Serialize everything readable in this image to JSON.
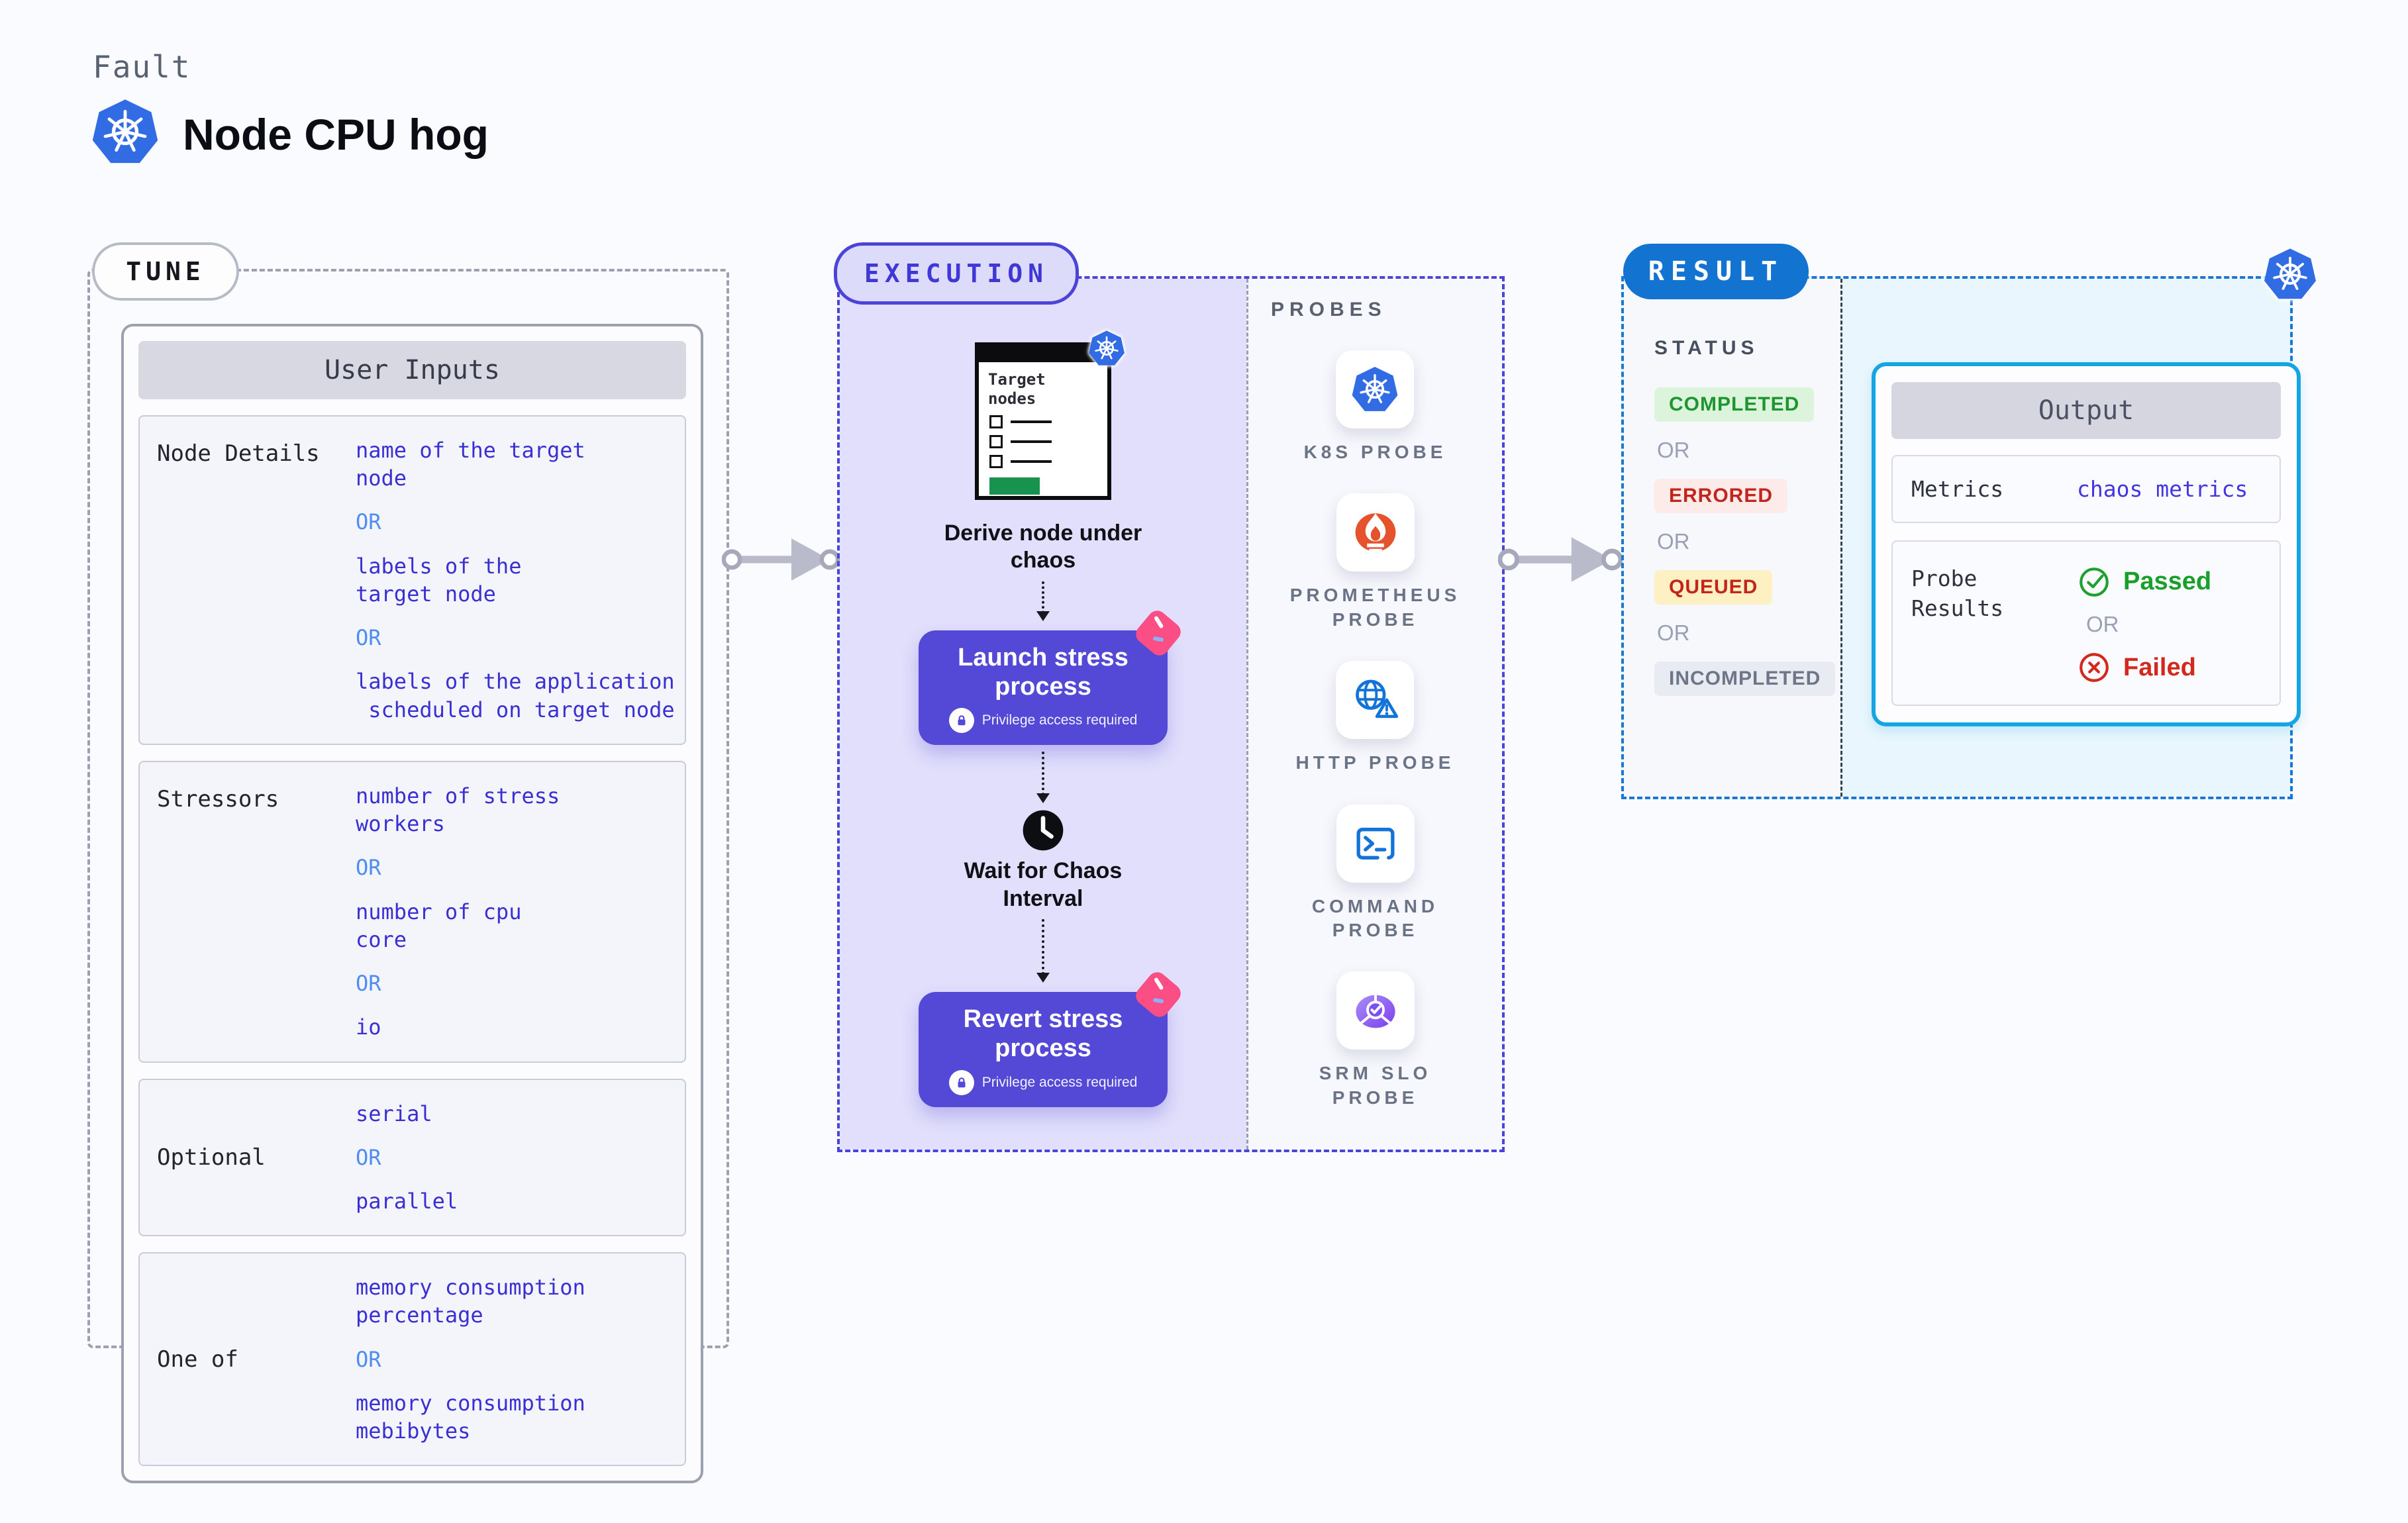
{
  "labels": {
    "or": "OR"
  },
  "header": {
    "kicker": "Fault",
    "title": "Node CPU hog",
    "logo_icon": "kubernetes-icon"
  },
  "tune": {
    "badge": "TUNE",
    "table": {
      "title": "User Inputs",
      "rows": [
        {
          "label": "Node Details",
          "options": [
            "name of the target\nnode",
            "labels of the\ntarget node",
            "labels of the application\n scheduled on target node"
          ]
        },
        {
          "label": "Stressors",
          "options": [
            "number of stress\nworkers",
            "number of cpu\ncore",
            "io"
          ]
        },
        {
          "label": "Optional",
          "options": [
            "serial",
            "parallel"
          ]
        },
        {
          "label": "One of",
          "options": [
            "memory consumption\npercentage",
            "memory consumption\nmebibytes"
          ]
        }
      ]
    }
  },
  "execution": {
    "badge": "EXECUTION",
    "target_card": {
      "title": "Target nodes",
      "icon": "kubernetes-icon"
    },
    "derive_label": "Derive node under chaos",
    "launch_button": {
      "label": "Launch stress process",
      "note": "Privilege access required",
      "icon": "lock-icon"
    },
    "wait_label": "Wait for Chaos Interval",
    "wait_icon": "clock-icon",
    "revert_button": {
      "label": "Revert stress process",
      "note": "Privilege access required",
      "icon": "lock-icon"
    }
  },
  "probes": {
    "title": "PROBES",
    "items": [
      {
        "label": "K8S PROBE",
        "icon": "kubernetes-icon"
      },
      {
        "label": "PROMETHEUS PROBE",
        "icon": "prometheus-icon"
      },
      {
        "label": "HTTP PROBE",
        "icon": "http-globe-icon"
      },
      {
        "label": "COMMAND PROBE",
        "icon": "terminal-icon"
      },
      {
        "label": "SRM SLO PROBE",
        "icon": "srm-slo-gauge-icon"
      }
    ]
  },
  "result": {
    "badge": "RESULT",
    "corner_icon": "kubernetes-icon",
    "status": {
      "title": "STATUS",
      "items": [
        {
          "label": "COMPLETED",
          "fg": "#1d9630",
          "bg": "#dcf3dc"
        },
        {
          "label": "ERRORED",
          "fg": "#c3241c",
          "bg": "#fcebe9"
        },
        {
          "label": "QUEUED",
          "fg": "#c3241c",
          "bg": "#fdf0c2"
        },
        {
          "label": "INCOMPLETED",
          "fg": "#6e7687",
          "bg": "#e9ebf2"
        }
      ]
    },
    "output": {
      "title": "Output",
      "metrics_label": "Metrics",
      "metrics_value": "chaos metrics",
      "probe_results_label": "Probe Results",
      "passed_label": "Passed",
      "passed_icon": "check-circle-icon",
      "failed_label": "Failed",
      "failed_icon": "x-circle-icon"
    }
  },
  "colors": {
    "page_bg": "#fafbfe",
    "accent_indigo": "#4b43da",
    "execution_bg": "#e1dffb",
    "button_bg": "#5448d7",
    "pink_badge": "#fb4e84",
    "result_blue": "#1273d0",
    "output_border": "#15a5e2",
    "value_text": "#3a2fd4",
    "or_blue": "#4f8df2",
    "kubernetes_blue": "#326ce5",
    "prometheus_orange": "#e6522c",
    "passed_green": "#18a02b",
    "failed_red": "#d3281c"
  }
}
